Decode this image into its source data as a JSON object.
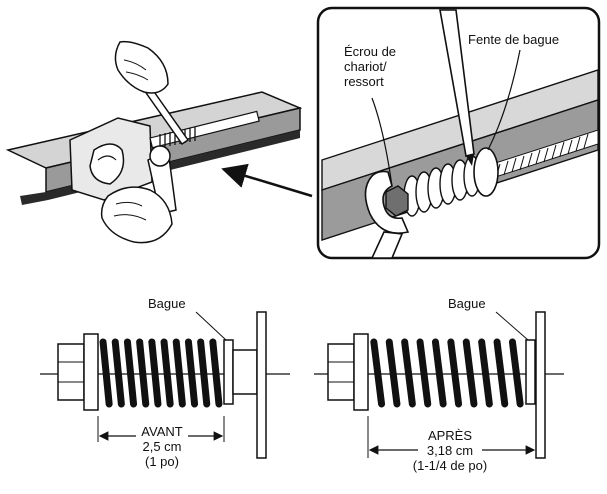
{
  "inset": {
    "label_nut": [
      "Écrou de",
      "chariot/",
      "ressort"
    ],
    "label_slot": "Fente de bague"
  },
  "before": {
    "ring_label": "Bague",
    "caption": "AVANT",
    "metric": "2,5 cm",
    "imperial": "(1 po)"
  },
  "after": {
    "ring_label": "Bague",
    "caption": "APRÈS",
    "metric": "3,18 cm",
    "imperial": "(1-1/4 de po)"
  },
  "colors": {
    "ink": "#111111",
    "gray": "#8c8c8c",
    "light": "#c8c8c8",
    "paper": "#ffffff"
  }
}
